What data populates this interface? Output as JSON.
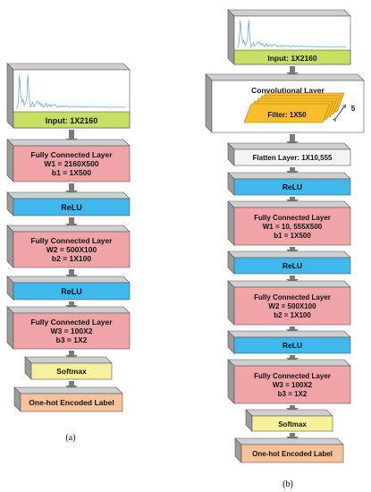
{
  "colors": {
    "input": "#c5e063",
    "fc": "#f1a4a8",
    "relu": "#3fb8ee",
    "softmax": "#f7f19c",
    "onehot": "#f7c29a",
    "conv": "#ffffff",
    "filter": "#f9be2c",
    "flatten": "#f4f4f4",
    "side": "#9b9b9b",
    "top": "#cfcfcf",
    "arrow": "#7a7a7a",
    "signal": "#5aa2d8"
  },
  "diagram_a": {
    "caption": "(a)",
    "input_label": "Input: 1X2160",
    "fc1": [
      "Fully Connected Layer",
      "W1 = 2160X500",
      "b1 = 1X500"
    ],
    "relu1": "ReLU",
    "fc2": [
      "Fully Connected Layer",
      "W2 = 500X100",
      "b2 = 1X100"
    ],
    "relu2": "ReLU",
    "fc3": [
      "Fully Connected Layer",
      "W3 = 100X2",
      "b3 = 1X2"
    ],
    "softmax": "Softmax",
    "onehot": "One-hot Encoded Label"
  },
  "diagram_b": {
    "caption": "(b)",
    "input_label": "Input: 1X2160",
    "conv_title": "Convolutional Layer",
    "filter_label": "Filter: 1X50",
    "filter_count": "5",
    "flatten": "Flatten Layer: 1X10,555",
    "relu1": "ReLU",
    "fc1": [
      "Fully Connected Layer",
      "W1 = 10, 555X500",
      "b1 = 1X500"
    ],
    "relu2": "ReLU",
    "fc2": [
      "Fully Connected Layer",
      "W2 = 500X100",
      "b2 = 1X100"
    ],
    "relu3": "ReLU",
    "fc3": [
      "Fully Connected Layer",
      "W3 = 100X2",
      "b3 = 1X2"
    ],
    "softmax": "Softmax",
    "onehot": "One-hot Encoded Label"
  }
}
